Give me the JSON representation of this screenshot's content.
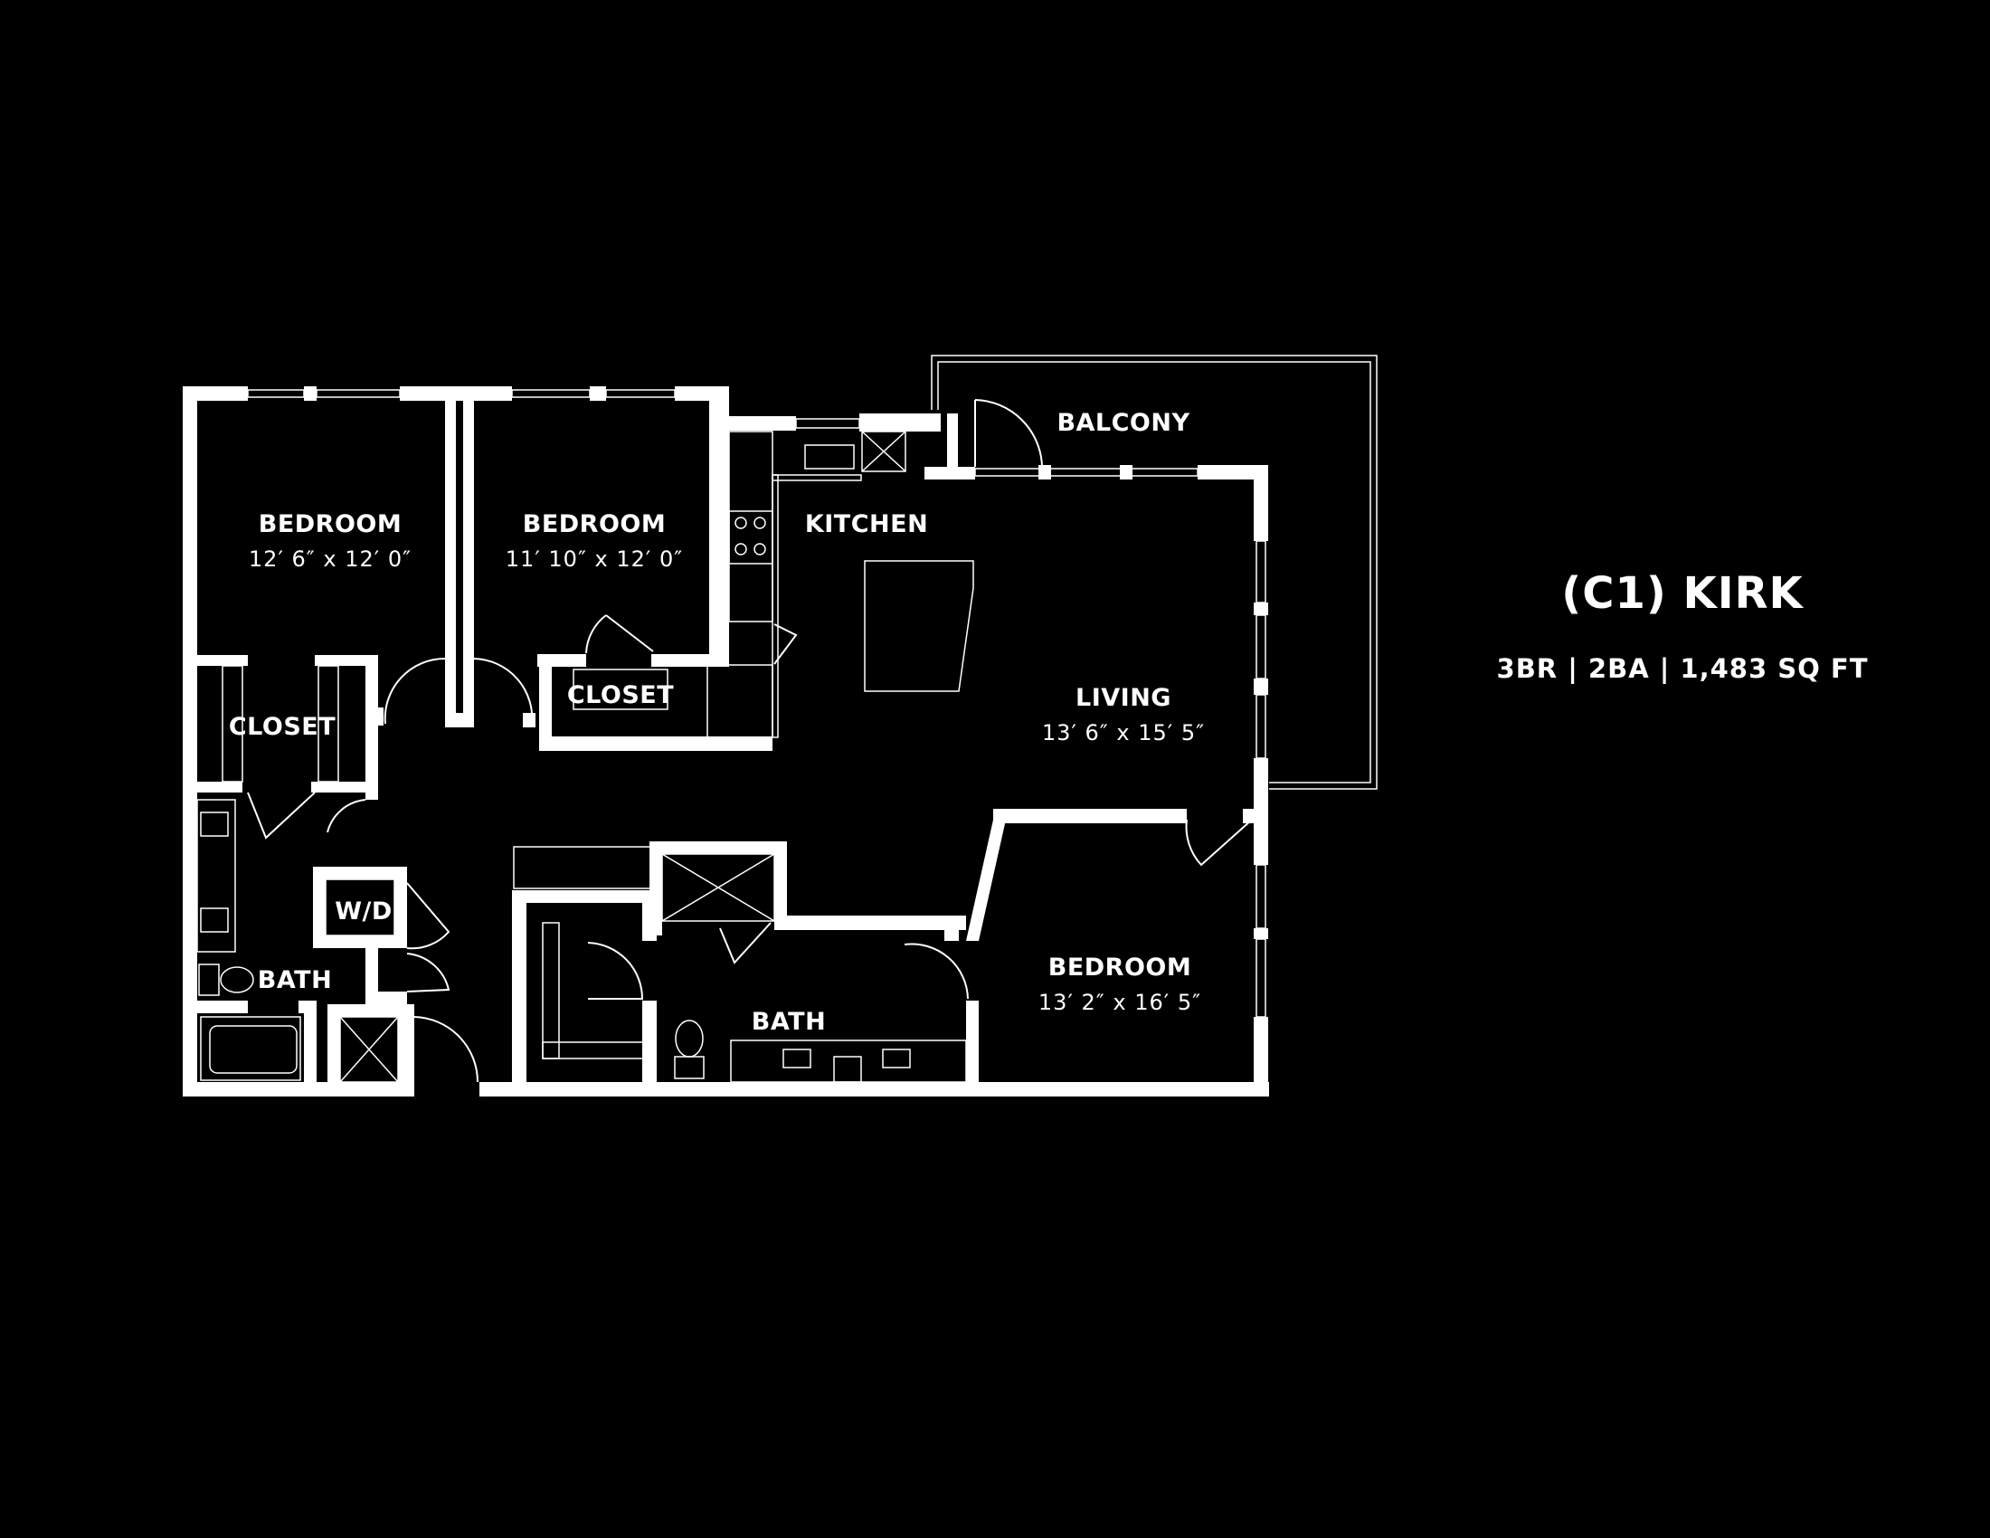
{
  "unit": {
    "title": "(C1) KIRK",
    "summary": "3BR | 2BA | 1,483 SQ FT"
  },
  "rooms": {
    "bedroom1": {
      "label": "BEDROOM",
      "dims": "12′ 6″ x 12′ 0″"
    },
    "bedroom2": {
      "label": "BEDROOM",
      "dims": "11′ 10″ x 12′ 0″"
    },
    "kitchen": {
      "label": "KITCHEN"
    },
    "balcony": {
      "label": "BALCONY"
    },
    "living": {
      "label": "LIVING",
      "dims": "13′ 6″ x 15′ 5″"
    },
    "closet_left": {
      "label": "CLOSET"
    },
    "closet_mid": {
      "label": "CLOSET"
    },
    "wd": {
      "label": "W/D"
    },
    "bath_left": {
      "label": "BATH"
    },
    "bath_center": {
      "label": "BATH"
    },
    "bedroom3": {
      "label": "BEDROOM",
      "dims": "13′ 2″ x 16′ 5″"
    }
  },
  "colors": {
    "background": "#000000",
    "lines": "#ffffff"
  }
}
